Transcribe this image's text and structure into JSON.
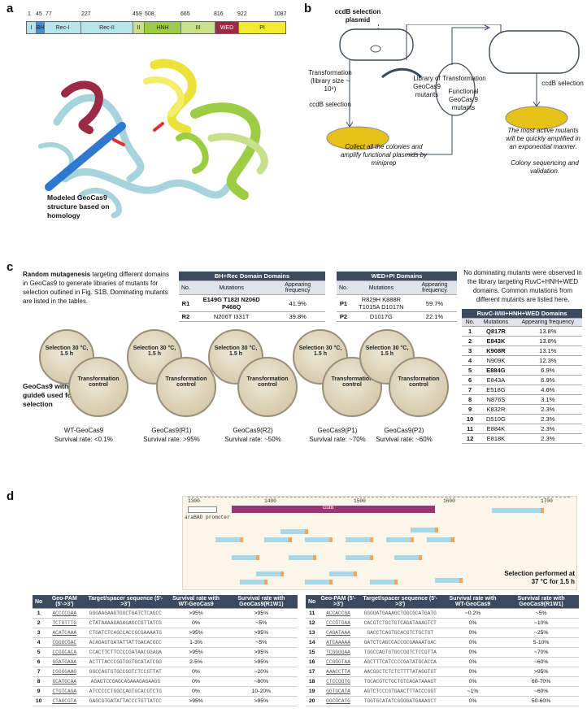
{
  "a": {
    "label": "a",
    "caption": "Modeled GeoCas9 structure based on homology",
    "domain_numbers": [
      "1",
      "45",
      "77",
      "227",
      "459",
      "508",
      "665",
      "816",
      "922",
      "1087"
    ],
    "domains": [
      {
        "name": "I",
        "color": "#b8e3ea"
      },
      {
        "name": "BH",
        "color": "#3f8fd8"
      },
      {
        "name": "Rec-I",
        "color": "#b8e3ea"
      },
      {
        "name": "Rec-II",
        "color": "#b8e3ea"
      },
      {
        "name": "II",
        "color": "#c7e08c"
      },
      {
        "name": "HNH",
        "color": "#9ccd45"
      },
      {
        "name": "III",
        "color": "#c7e08c"
      },
      {
        "name": "WED",
        "color": "#9b2a45"
      },
      {
        "name": "PI",
        "color": "#f1ea2f"
      }
    ]
  },
  "b": {
    "label": "b",
    "plasmid": "ccdB selection plasmid",
    "transformation": "Transformation (library size ~ 10⁸)",
    "library": "Library of GeoCas9 mutants",
    "ccdb1": "ccdB selection",
    "collect": "Collect all the colonies and amplify functional plasmids by miniprep",
    "transformation2": "Transformation",
    "functional": "Functional GeoCas 9 mutants",
    "ccdb2": "ccdB selection",
    "active": "The most active mutants will be quickly amplified in an exponential manner.",
    "colony": "Colony sequencing and validation."
  },
  "c": {
    "label": "c",
    "intro_bold": "Random mutagenesis",
    "intro_rest": " targeting different domains in GeoCas9 to generate libraries of mutants for selection outlined in Fig. S1B. Dominating mutants are listed in the tables.",
    "bh_title": "BH+Rec Domain Domains",
    "cols": [
      "No.",
      "Mutations",
      "Appearing frequency"
    ],
    "bh_rows": [
      [
        "R1",
        "E149G T182I N206D P466Q",
        "41.9%"
      ],
      [
        "R2",
        "N206T I331T",
        "39.8%"
      ]
    ],
    "wed_title": "WED+PI Domains",
    "wed_rows": [
      [
        "P1",
        "R829H K888R T1015A D1017N",
        "59.7%"
      ],
      [
        "P2",
        "D1017G",
        "22.1%"
      ]
    ],
    "side_note": "No dominating mutants were observed in the library targeting RuvC+HNH+WED domains. Common mutations from different mutants are listed here.",
    "ruvc_title": "RuvC-II/III+HNH+WED Domains",
    "ruvc_cols": [
      "No.",
      "Mutations",
      "Appearing frequency"
    ],
    "ruvc_rows": [
      [
        "1",
        "Q817R",
        "13.8%"
      ],
      [
        "2",
        "E843K",
        "13.8%"
      ],
      [
        "3",
        "K908R",
        "13.1%"
      ],
      [
        "4",
        "N909K",
        "12.3%"
      ],
      [
        "5",
        "E884G",
        "6.9%"
      ],
      [
        "6",
        "E843A",
        "6.9%"
      ],
      [
        "7",
        "E518G",
        "4.6%"
      ],
      [
        "8",
        "N876S",
        "3.1%"
      ],
      [
        "9",
        "K832R",
        "2.3%"
      ],
      [
        "10",
        "D510G",
        "2.3%"
      ],
      [
        "11",
        "E884K",
        "2.3%"
      ],
      [
        "12",
        "E818K",
        "2.3%"
      ]
    ],
    "dish_sel": "Selection 30 °C, 1.5 h",
    "dish_tr": "Transformation control",
    "guide_text": "GeoCas9 with guide6 used for selection",
    "plates": [
      {
        "name": "WT-GeoCas9",
        "rate": "Survival rate: <0.1%"
      },
      {
        "name": "GeoCas9(R1)",
        "rate": "Survival rate: >95%"
      },
      {
        "name": "GeoCas9(R2)",
        "rate": "Survival rate: ~50%"
      },
      {
        "name": "GeoCas9(P1)",
        "rate": "Survival rate: ~70%"
      },
      {
        "name": "GeoCas9(P2)",
        "rate": "Survival rate: ~60%"
      }
    ]
  },
  "d": {
    "label": "d",
    "ticks": [
      "1300",
      "1400",
      "1500",
      "1600",
      "1700"
    ],
    "promoter": "araBAD promoter",
    "gene": "ccdB",
    "selection_note": "Selection performed at 37 °C for 1.5 h",
    "cols": [
      "No",
      "Geo-PAM (5'->3')",
      "Target/spacer sequence (5'->3')",
      "Survival rate with WT-GeoCas9",
      "Survival rate with GeoCas9(R1W1)"
    ],
    "left_rows": [
      [
        "1",
        "ACCCCGAA",
        "GGGAAGAAGTGGCTGATCTCAGCC",
        ">95%",
        ">95%"
      ],
      [
        "2",
        "TCTGTTTG",
        "CTATAAAAGAGAGAGCCGTTATCG",
        "0%",
        "~5%"
      ],
      [
        "3",
        "ACATCAAA",
        "CTGATCTCAGCCACCGCGAAAATG",
        ">95%",
        ">95%"
      ],
      [
        "4",
        "CGGGCGAC",
        "ACAGAGTGATATTATTGACACGCC",
        "1-3%",
        "~5%"
      ],
      [
        "5",
        "CCGGCACA",
        "CCACTTCTTCCCCGATAACGGAGA",
        ">95%",
        ">95%"
      ],
      [
        "6",
        "GGATGAAA",
        "ACTTTACCCGGTGGTGCATATCGG",
        "2-5%",
        ">95%"
      ],
      [
        "7",
        "CGGGGAAG",
        "GGCCAGTGTGCCGGTCTCCGTTAT",
        "0%",
        "~20%"
      ],
      [
        "8",
        "GCATGCAA",
        "AGAGTCCGAGCAGAAAGAGAAGG",
        "0%",
        "~80%"
      ],
      [
        "9",
        "CTGTCAGA",
        "ATCCCCCTGGCCAGTGCACGTCTG",
        "0%",
        "10-20%"
      ],
      [
        "10",
        "CTAGCGTA",
        "GAGCGTGATATTACCCTGTTATCC",
        ">95%",
        ">95%"
      ]
    ],
    "right_rows": [
      [
        "11",
        "ACCACCGA",
        "GGGGATGAAAGCTGGCGCATGATG",
        "~0.2%",
        "~5%"
      ],
      [
        "12",
        "CCCGTGAA",
        "CACGTCTGCTGTCAGATAAAGTCT",
        "0%",
        "~10%"
      ],
      [
        "13",
        "CAGATAAA",
        "GACCTCAGTGCACGTCTGCTGT",
        "0%",
        "~25%"
      ],
      [
        "14",
        "ATCAAAAA",
        "GATCTCAGCCACCGCGAAAATGAC",
        "0%",
        "5-10%"
      ],
      [
        "15",
        "TCGGGGAA",
        "TGGCCAGTGTGCCGGTCTCCGTTA",
        "0%",
        "~70%"
      ],
      [
        "16",
        "CCGGGTAA",
        "AGCTTTCATCCCCGATATGCACCA",
        "0%",
        "~60%"
      ],
      [
        "17",
        "AAACCTTA",
        "AACGGCTCTCTCTTTTATAGGTGT",
        "0%",
        ">95%"
      ],
      [
        "18",
        "CTCCGGTG",
        "TGCACGTCTGCTGTCAGATAAAGT",
        "0%",
        "60-70%"
      ],
      [
        "19",
        "GGTGCATA",
        "AGTCTCCCGTGAACTTTACCCGGT",
        "~1%",
        "~60%"
      ],
      [
        "20",
        "GGCGCATG",
        "TGGTGCATATCGGGGATGAAAGCT",
        "0%",
        "50-60%"
      ]
    ]
  }
}
